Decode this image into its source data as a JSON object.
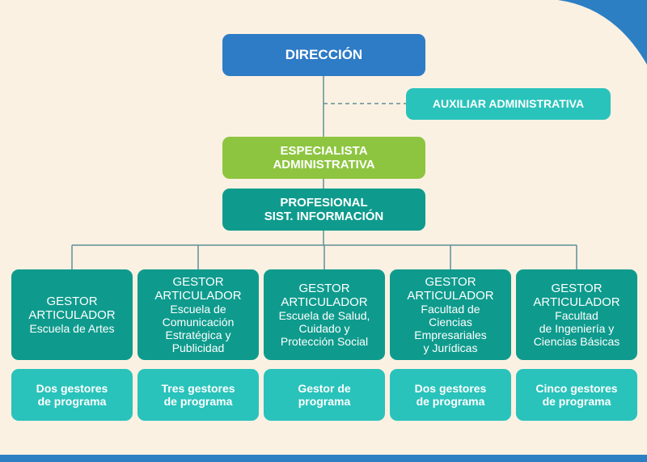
{
  "colors": {
    "background": "#fbf1e2",
    "direccion": "#2e7bc6",
    "auxiliar": "#29c3bb",
    "especialista": "#8dc540",
    "profesional": "#0e9b8d",
    "gestor": "#0e9b8d",
    "subgestor": "#29c3bb",
    "connector": "#5f8f96",
    "accent_blue": "#2d7fc4"
  },
  "chart": {
    "direccion": "DIRECCIÓN",
    "auxiliar": "AUXILIAR ADMINISTRATIVA",
    "especialista": [
      "ESPECIALISTA",
      "ADMINISTRATIVA"
    ],
    "profesional": [
      "PROFESIONAL",
      "SIST. INFORMACIÓN"
    ],
    "gestores": [
      {
        "role": [
          "GESTOR",
          "ARTICULADOR"
        ],
        "unit": [
          "Escuela de Artes"
        ],
        "sub": [
          "Dos gestores",
          "de programa"
        ]
      },
      {
        "role": [
          "GESTOR",
          "ARTICULADOR"
        ],
        "unit": [
          "Escuela de",
          "Comunicación",
          "Estratégica y",
          "Publicidad"
        ],
        "sub": [
          "Tres gestores",
          "de programa"
        ]
      },
      {
        "role": [
          "GESTOR",
          "ARTICULADOR"
        ],
        "unit": [
          "Escuela de Salud,",
          "Cuidado y",
          "Protección Social"
        ],
        "sub": [
          "Gestor de",
          "programa"
        ]
      },
      {
        "role": [
          "GESTOR",
          "ARTICULADOR"
        ],
        "unit": [
          "Facultad de",
          "Ciencias",
          "Empresariales",
          "y Jurídicas"
        ],
        "sub": [
          "Dos gestores",
          "de programa"
        ]
      },
      {
        "role": [
          "GESTOR",
          "ARTICULADOR"
        ],
        "unit": [
          "Facultad",
          "de Ingeniería y",
          "Ciencias Básicas"
        ],
        "sub": [
          "Cinco gestores",
          "de programa"
        ]
      }
    ]
  }
}
